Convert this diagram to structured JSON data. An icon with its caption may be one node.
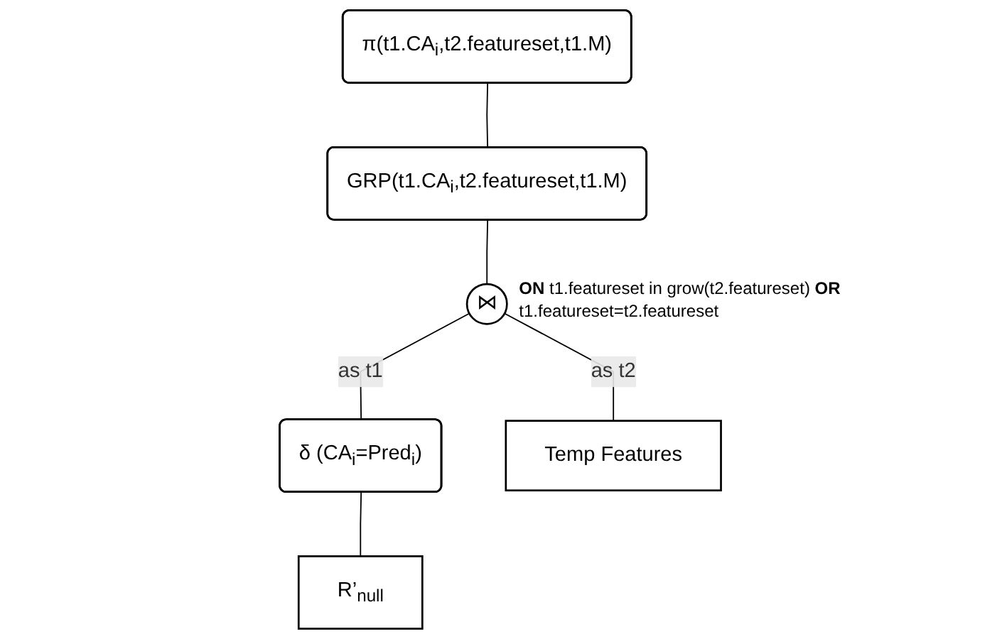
{
  "diagram": {
    "nodes": [
      {
        "text": [
          "π(t1.CA$_{i}$,t2.featureset,t1.M)"
        ]
      },
      {
        "text": [
          "GRP(t1.CA$_{i}$,t2.featureset,t1.M)"
        ]
      },
      {
        "text": [
          "⋈"
        ],
        "beside": [
          "**ON** t1.featureset in grow(t2.featureset) **OR** t1.featureset=t2.featureset"
        ]
      },
      {
        "text": [
          "δ (CA$_{i}$=Pred$_{i}$)"
        ]
      },
      {
        "text": [
          "R’$_{null}$"
        ]
      },
      {
        "text": [
          "Temp Features"
        ]
      }
    ],
    "edges": [
      {
        "from": 0,
        "to": 1,
        "arrow": "none"
      },
      {
        "from": 1,
        "to": 2,
        "arrow": "none"
      },
      {
        "from": 2,
        "to": 3,
        "arrow": "none",
        "label": "as t1"
      },
      {
        "from": 2,
        "to": 5,
        "arrow": "none",
        "label": "as t2"
      },
      {
        "from": 3,
        "to": 4,
        "arrow": "none"
      }
    ]
  }
}
